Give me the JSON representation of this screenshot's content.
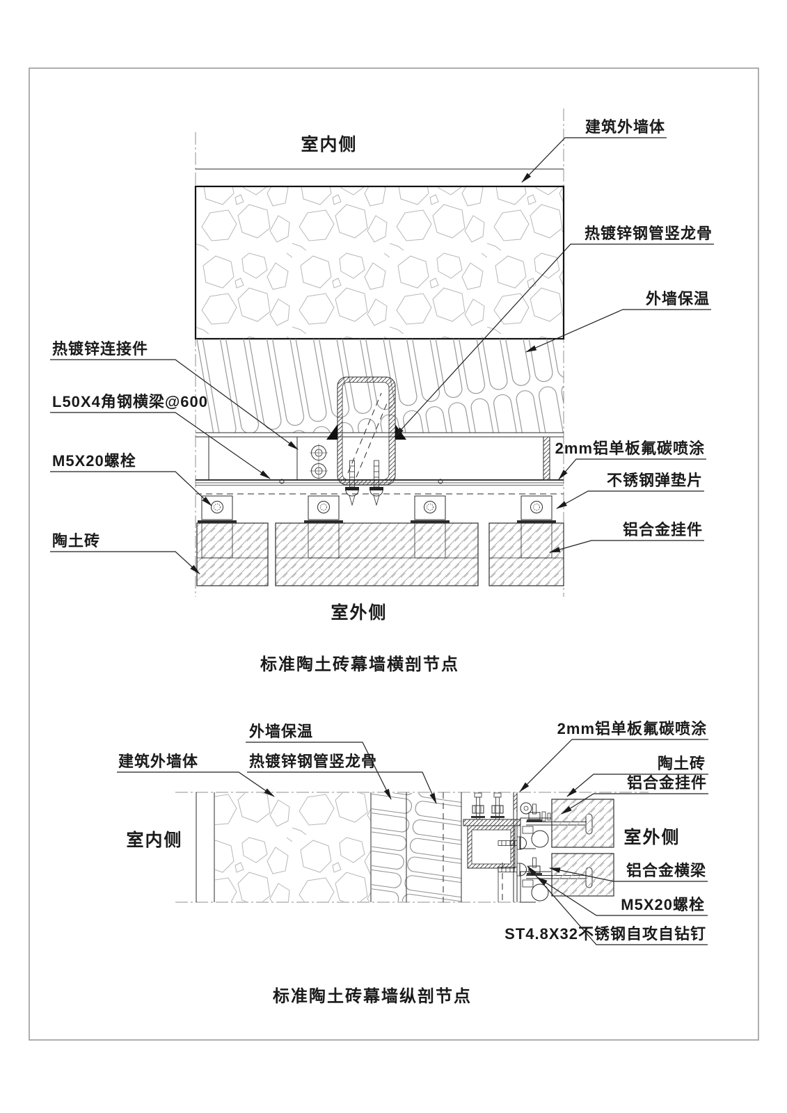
{
  "drawing": {
    "line_color": "#1f1f1f",
    "pattern_gray": "#8f8f8f",
    "background": "#ffffff"
  },
  "top_drawing": {
    "title": "标准陶土砖幕墙横剖节点",
    "indoor_side": "室内侧",
    "outdoor_side": "室外侧",
    "labels": {
      "galvanized_connector": "热镀锌连接件",
      "angle_steel_beam": "L50X4角钢横梁@600",
      "bolt": "M5X20螺栓",
      "terracotta_brick": "陶土砖",
      "building_exterior_wall": "建筑外墙体",
      "galvanized_steel_keel": "热镀锌钢管竖龙骨",
      "wall_insulation": "外墙保温",
      "aluminum_panel": "2mm铝单板氟碳喷涂",
      "stainless_washer": "不锈钢弹垫片",
      "aluminum_hanger": "铝合金挂件"
    }
  },
  "bottom_drawing": {
    "title": "标准陶土砖幕墙纵剖节点",
    "indoor_side": "室内侧",
    "outdoor_side": "室外侧",
    "labels": {
      "building_exterior_wall": "建筑外墙体",
      "wall_insulation": "外墙保温",
      "galvanized_steel_keel": "热镀锌钢管竖龙骨",
      "aluminum_panel": "2mm铝单板氟碳喷涂",
      "terracotta_brick": "陶土砖",
      "aluminum_hanger": "铝合金挂件",
      "aluminum_beam": "铝合金横梁",
      "bolt": "M5X20螺栓",
      "self_drilling_screw": "ST4.8X32不锈钢自攻自钻钉"
    }
  }
}
